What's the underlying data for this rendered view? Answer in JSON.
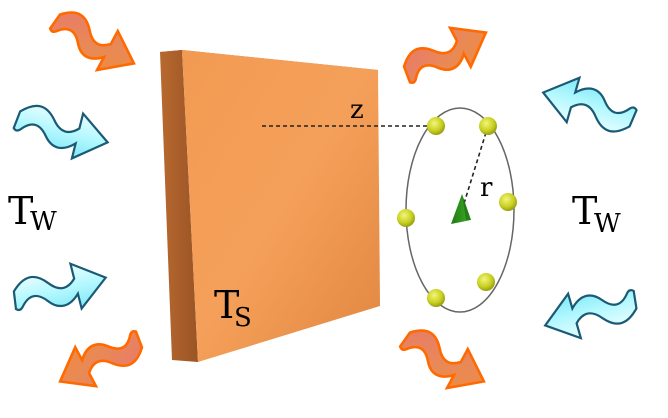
{
  "labels": {
    "tw_left_main": "T",
    "tw_left_sub": "W",
    "tw_right_main": "T",
    "tw_right_sub": "W",
    "ts_main": "T",
    "ts_sub": "S",
    "z": "z",
    "r": "r"
  },
  "colors": {
    "slab_front": "#f0944a",
    "slab_side": "#a85e2c",
    "slab_top": "#c27034",
    "hot_arrow_fill": "#e8845c",
    "hot_arrow_stroke": "#ff6a00",
    "cold_arrow_fill": "#b8faff",
    "cold_arrow_stroke": "#1a5a74",
    "particle": "#c6cf1a",
    "center_marker": "#2a8a18",
    "ring": "#666666"
  },
  "icons": {
    "hot_arrow": "wavy-arrow-icon",
    "cold_arrow": "wavy-arrow-icon",
    "particle": "sphere-icon",
    "center_marker": "cone-icon"
  }
}
